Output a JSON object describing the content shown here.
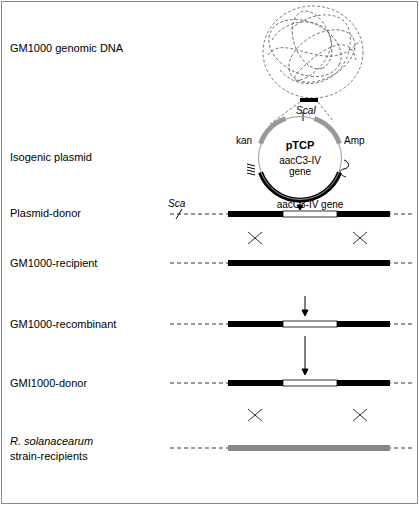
{
  "diagram": {
    "nodes": [
      {
        "text": [
          "pTCP",
          "aacC3-IV gene"
        ]
      }
    ],
    "labels": [
      "GM1000 genomic DNA",
      "Isogenic plasmid",
      "ScaI",
      "kan",
      "Amp",
      "Plasmid-donor",
      "Sca",
      "aacC3-IV gene",
      "GM1000-recipient",
      "GM1000-recombinant",
      "GMI1000-donor",
      "R. solanacearum",
      "strain-recipients"
    ]
  }
}
